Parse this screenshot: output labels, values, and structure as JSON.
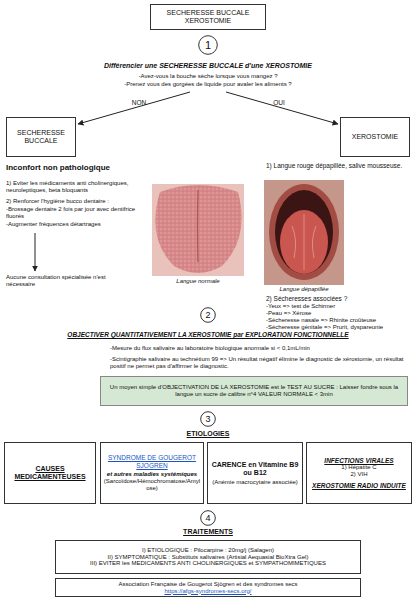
{
  "diagram": {
    "nodes": [
      {
        "text": [
          "SECHERESSE BUCCALE XEROSTOMIE"
        ]
      },
      {
        "text": [
          "1"
        ]
      },
      {
        "text": [
          "SECHERESSE BUCCALE"
        ]
      },
      {
        "text": [
          "XEROSTOMIE"
        ]
      },
      {
        "text": [
          "2"
        ]
      },
      {
        "text": [
          "Un moyen simple d'OBJECTIVATION DE LA XEROSTOMIE est le TEST AU SUCRE : Laisser fondre sous la langue un sucre de calibre n°4 VALEUR NORMALE < 3min"
        ]
      },
      {
        "text": [
          "3"
        ]
      },
      {
        "text": [
          "CAUSES MEDICAMENTEUSES"
        ]
      },
      {
        "text": [
          "SYNDROME DE GOUGEROT SJOGREN",
          "et autres maladies systémiques",
          "(Sarcoïdose/Hémochromatose/Amylose)"
        ]
      },
      {
        "text": [
          "CARENCE en Vitamine B9 ou B12",
          "(Anémie macrocytaire associée)"
        ]
      },
      {
        "text": [
          "INFECTIONS VIRALES",
          "1) Hépatite C",
          "2) VIH",
          "XEROSTOMIE RADIO INDUITE"
        ]
      },
      {
        "text": [
          "4"
        ]
      },
      {
        "text": [
          "I) ETIOLOGIQUE : Pilocarpine : 20mg/j (Salagen)",
          "II) SYMPTOMATIQUE : Substituts salivaires (Artisial Aequasial BioXtra Gel)",
          "III) EVITER les MEDICAMENTS ANTI CHOLINERGIQUES et SYMPATHOMIMETIQUES"
        ]
      },
      {
        "text": [
          "Association Française de Gougerot Sjögren et des syndromes secs",
          "https://afgs-syndromes-secs.org/"
        ]
      }
    ],
    "labels": [
      "Différencier une SECHERESSE BUCCALE d'une XEROSTOMIE",
      "-Avez-vous la bouche sèche lorsque vous mangez ?",
      "-Prenez vous des gorgées de liquide pour avaler les aliments ?",
      "NON",
      "OUI",
      "Inconfort non pathologique",
      "1) Eviter les médicaments anti cholinergiques, neuroleptiques, beta bloquants",
      "2) Renforcer l'hygiène bucco dentaire :",
      "-Brossage dentaire 2 fois par jour avec dentifrice fluorés",
      "-Augmenter fréquences détartrages",
      "Aucune consultation spécialisée n'est nécessaire",
      "Langue normale",
      "1) Langue rouge dépapillée, salive mousseuse.",
      "Langue dépapillée",
      "2) Sécheresses associées ?",
      "-Yeux => test de Schirmer",
      "-Peau => Xérose",
      "-Sécheresse nasale => Rhinite croûteuse",
      "-Sécheresse génitale => Prurit, dyspareunie",
      "OBJECTIVER QUANTITATIVEMENT LA XEROSTOMIE par EXPLORATION FONCTIONNELLE",
      "-Mesure du flux salivaire au laboratoire biologique anormale si < 0,1mL/min",
      "-Scintigraphie salivaire au technétium 99 => Un résultat négatif élimine le diagnostic de xérostomie, un résultat positif ne permet pas d'affirmer le diagnostic.",
      "ETIOLOGIES",
      "TRAITEMENTS"
    ]
  }
}
